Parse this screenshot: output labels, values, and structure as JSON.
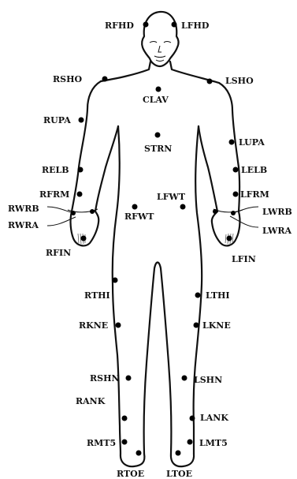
{
  "markers": [
    {
      "id": "rfhd",
      "label": "RFHD"
    },
    {
      "id": "lfhd",
      "label": "LFHD"
    },
    {
      "id": "rsho",
      "label": "RSHO"
    },
    {
      "id": "lsho",
      "label": "LSHO"
    },
    {
      "id": "clav",
      "label": "CLAV"
    },
    {
      "id": "rupa",
      "label": "RUPA"
    },
    {
      "id": "strn",
      "label": "STRN"
    },
    {
      "id": "lupa",
      "label": "LUPA"
    },
    {
      "id": "relb",
      "label": "RELB"
    },
    {
      "id": "lelb",
      "label": "LELB"
    },
    {
      "id": "rfrm",
      "label": "RFRM"
    },
    {
      "id": "lfwt",
      "label": "LFWT"
    },
    {
      "id": "lfrm",
      "label": "LFRM"
    },
    {
      "id": "rwrb",
      "label": "RWRB"
    },
    {
      "id": "rfwt",
      "label": "RFWT"
    },
    {
      "id": "lwrb",
      "label": "LWRB"
    },
    {
      "id": "rwra",
      "label": "RWRA"
    },
    {
      "id": "lwra",
      "label": "LWRA"
    },
    {
      "id": "rfin",
      "label": "RFIN"
    },
    {
      "id": "lfin",
      "label": "LFIN"
    },
    {
      "id": "rthi",
      "label": "RTHI"
    },
    {
      "id": "lthi",
      "label": "LTHI"
    },
    {
      "id": "rkne",
      "label": "RKNE"
    },
    {
      "id": "lkne",
      "label": "LKNE"
    },
    {
      "id": "rshn",
      "label": "RSHN"
    },
    {
      "id": "lshn",
      "label": "LSHN"
    },
    {
      "id": "rank",
      "label": "RANK"
    },
    {
      "id": "lank",
      "label": "LANK"
    },
    {
      "id": "rmt5",
      "label": "RMT5"
    },
    {
      "id": "lmt5",
      "label": "LMT5"
    },
    {
      "id": "rtoe",
      "label": "RTOE"
    },
    {
      "id": "ltoe",
      "label": "LTOE"
    }
  ]
}
